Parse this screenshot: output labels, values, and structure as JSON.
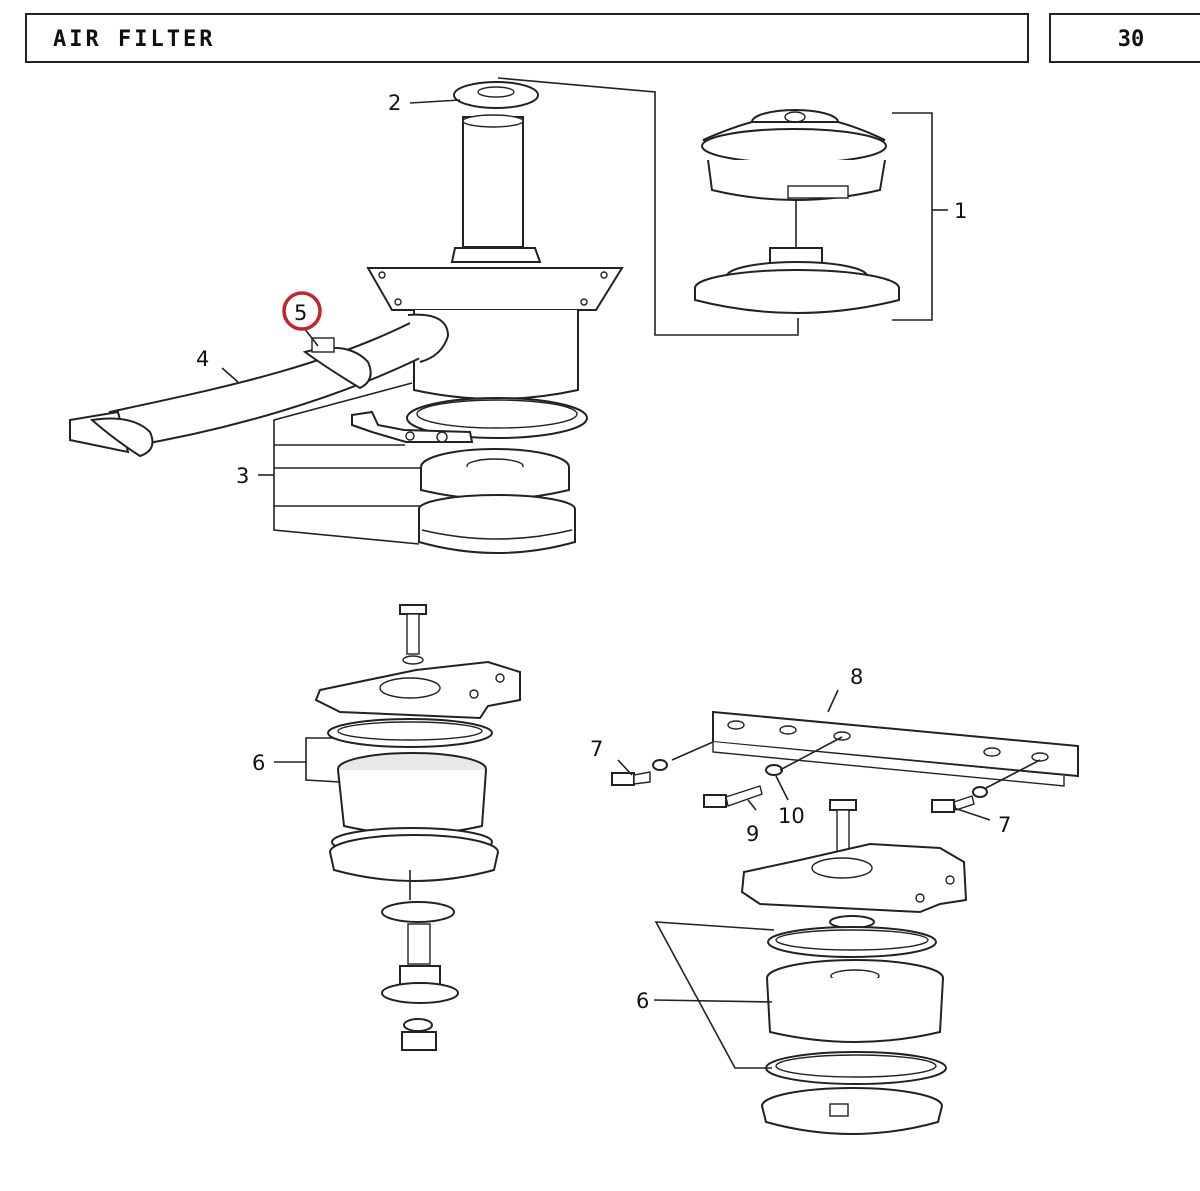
{
  "header": {
    "title": "AIR FILTER",
    "page_number": "30"
  },
  "callouts": {
    "c1": "1",
    "c2": "2",
    "c3": "3",
    "c4": "4",
    "c5": "5",
    "c6a": "6",
    "c6b": "6",
    "c7a": "7",
    "c7b": "7",
    "c8": "8",
    "c9": "9",
    "c10": "10"
  },
  "colors": {
    "highlight_circle": "#c0262b",
    "line": "#222222"
  }
}
